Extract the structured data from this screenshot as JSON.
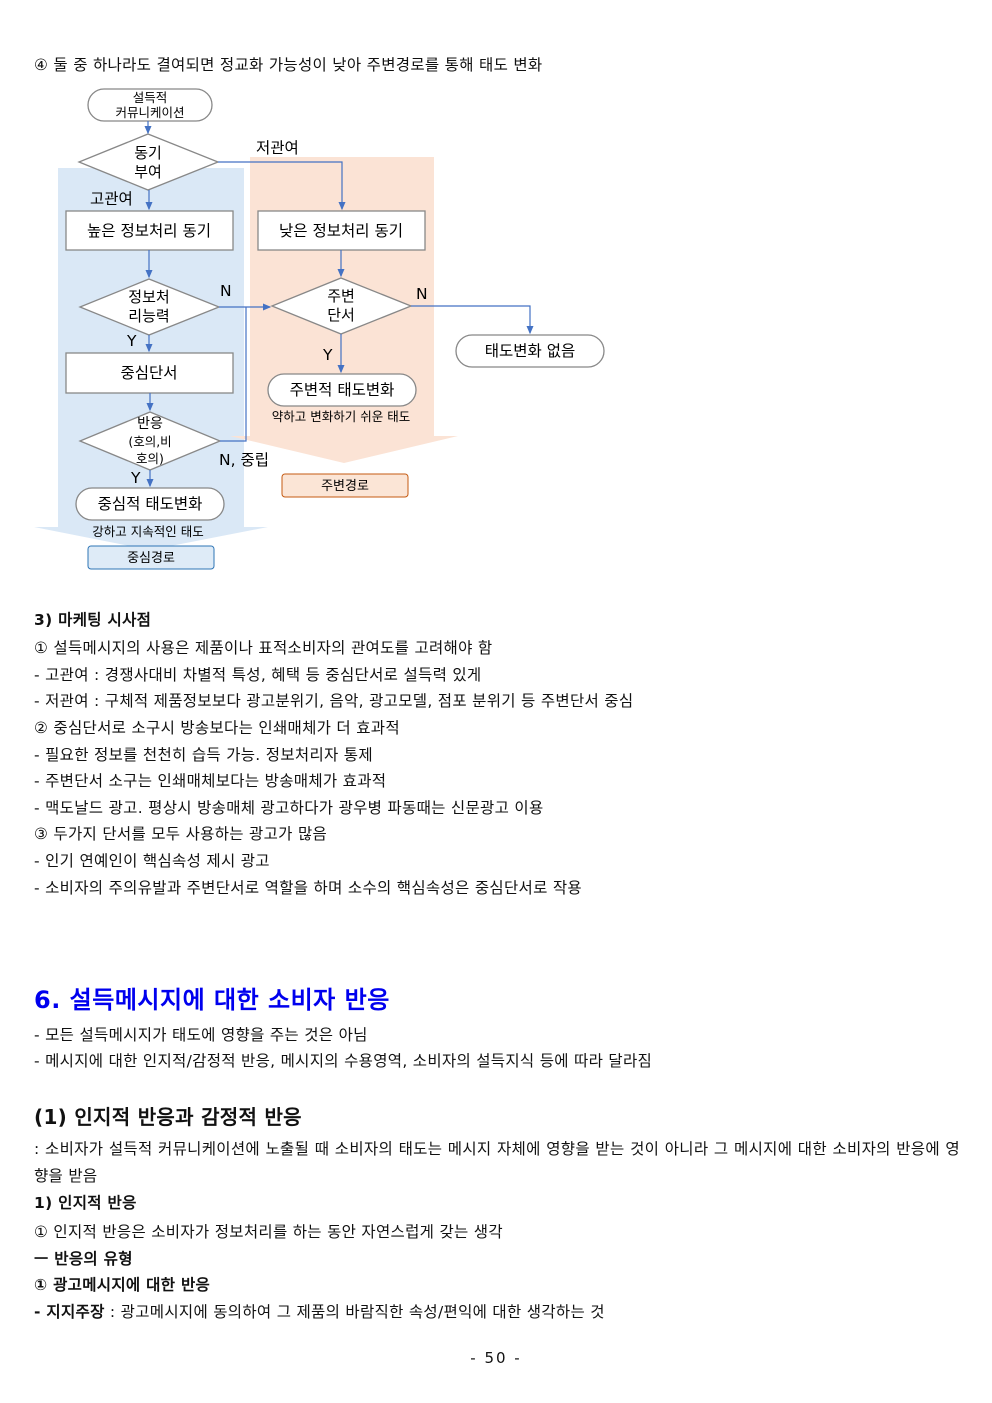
{
  "intro_line": "④ 둘 중 하나라도 결여되면 정교화 가능성이 낮아 주변경로를 통해 태도 변화",
  "flowchart": {
    "start": [
      "설득적",
      "커뮤니케이션"
    ],
    "motivation": [
      "동기",
      "부여"
    ],
    "low_involvement": "저관여",
    "high_involvement": "고관여",
    "high_motivation": "높은 정보처리 동기",
    "low_motivation": "낮은 정보처리 동기",
    "ability": [
      "정보처",
      "리능력"
    ],
    "ability_no": "N",
    "ability_yes": "Y",
    "peripheral_cue": [
      "주변",
      "단서"
    ],
    "cue_no": "N",
    "cue_yes": "Y",
    "no_change": "태도변화 없음",
    "central_cue": "중심단서",
    "peripheral_change": "주변적 태도변화",
    "peripheral_change_note": "약하고 변화하기 쉬운 태도",
    "response": [
      "반응",
      "(호의,비",
      "호의)"
    ],
    "response_no": "N, 중립",
    "response_yes": "Y",
    "central_change": "중심적 태도변화",
    "central_change_note": "강하고 지속적인 태도",
    "peripheral_route": "주변경로",
    "central_route": "중심경로",
    "colors": {
      "central_band": "#dae8f6",
      "peripheral_band": "#fbe3d5",
      "central_route_fill": "#deebf7",
      "central_route_border": "#2e75b6",
      "peripheral_route_fill": "#fbe5d6",
      "peripheral_route_border": "#c55a11",
      "arrow": "#4472c4"
    }
  },
  "marketing": {
    "title": "3) 마케팅 시사점",
    "lines": [
      "① 설득메시지의 사용은 제품이나 표적소비자의 관여도를 고려해야 함",
      "- 고관여 : 경쟁사대비 차별적 특성, 혜택 등 중심단서로 설득력 있게",
      "- 저관여 : 구체적 제품정보보다 광고분위기, 음악, 광고모델, 점포 분위기 등 주변단서 중심",
      "② 중심단서로 소구시 방송보다는 인쇄매체가 더 효과적",
      "- 필요한 정보를 천천히 습득 가능. 정보처리자 통제",
      "- 주변단서 소구는 인쇄매체보다는 방송매체가 효과적",
      "- 맥도날드 광고. 평상시 방송매체 광고하다가 광우병 파동때는 신문광고 이용",
      "③ 두가지 단서를 모두 사용하는 광고가 많음",
      "- 인기 연예인이 핵심속성 제시 광고",
      "- 소비자의 주의유발과 주변단서로 역할을 하며 소수의 핵심속성은 중심단서로 작용"
    ]
  },
  "section6": {
    "title": "6. 설득메시지에 대한 소비자 반응",
    "lines": [
      "- 모든 설득메시지가 태도에 영향을 주는 것은 아님",
      "- 메시지에 대한 인지적/감정적 반응, 메시지의 수용영역, 소비자의 설득지식 등에 따라 달라짐"
    ]
  },
  "subsection1": {
    "title": "(1) 인지적 반응과 감정적 반응",
    "paragraph": " : 소비자가 설득적 커뮤니케이션에 노출될 때 소비자의 태도는 메시지 자체에 영향을 받는 것이 아니라 그 메시지에 대한 소비자의 반응에 영향을 받음",
    "cognitive_title": "1) 인지적 반응",
    "cognitive_line": "① 인지적 반응은 소비자가 정보처리를 하는 동안 자연스럽게 갖는 생각",
    "types_title": "ㅡ 반응의 유형",
    "ad_response_title": "① 광고메시지에 대한 반응",
    "support_term": "- 지지주장",
    "support_desc": " : 광고메시지에 동의하여 그 제품의 바람직한 속성/편익에 대한 생각하는 것"
  },
  "page_number": "- 50 -"
}
